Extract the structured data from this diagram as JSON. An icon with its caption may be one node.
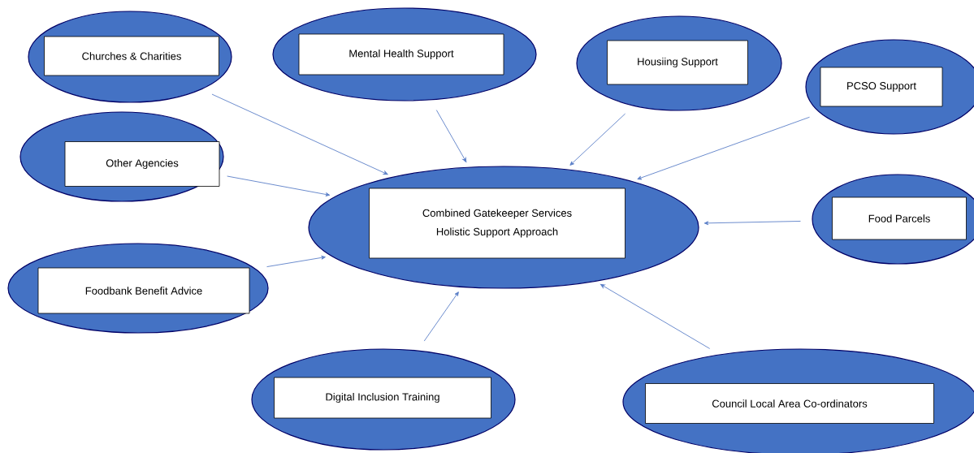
{
  "diagram": {
    "nodes": [
      {
        "text": [],
        "shape": "ellipse"
      },
      {
        "text": [
          "Churches & Charities"
        ],
        "in": 0
      },
      {
        "text": [],
        "shape": "ellipse"
      },
      {
        "text": [
          "Mental Health Support"
        ],
        "in": 2
      },
      {
        "text": [],
        "shape": "ellipse"
      },
      {
        "text": [
          "Housiing Support"
        ],
        "in": 4
      },
      {
        "text": [],
        "shape": "ellipse"
      },
      {
        "text": [
          "PCSO Support"
        ],
        "in": 6
      },
      {
        "text": [],
        "shape": "ellipse"
      },
      {
        "text": [
          "Other Agencies"
        ],
        "in": 8
      },
      {
        "text": [],
        "shape": "ellipse"
      },
      {
        "text": [
          "Combined Gatekeeper Services",
          "Holistic Support Approach"
        ],
        "in": 10
      },
      {
        "text": [],
        "shape": "ellipse"
      },
      {
        "text": [
          "Food Parcels"
        ],
        "in": 12
      },
      {
        "text": [],
        "shape": "ellipse"
      },
      {
        "text": [
          "Foodbank Benefit Advice"
        ],
        "in": 14
      },
      {
        "text": [],
        "shape": "ellipse"
      },
      {
        "text": [
          "Digital Inclusion Training"
        ],
        "in": 16
      },
      {
        "text": [],
        "shape": "ellipse"
      },
      {
        "text": [
          "Council Local Area Co-ordinators"
        ],
        "in": 18
      }
    ],
    "edges": [
      {
        "from": 0,
        "to": 10,
        "arrow": "to"
      },
      {
        "from": 2,
        "to": 10,
        "arrow": "to"
      },
      {
        "from": 4,
        "to": 10,
        "arrow": "to"
      },
      {
        "from": 6,
        "to": 10,
        "arrow": "to"
      },
      {
        "from": 8,
        "to": 10,
        "arrow": "to"
      },
      {
        "from": 12,
        "to": 10,
        "arrow": "to"
      },
      {
        "from": 14,
        "to": 10,
        "arrow": "to"
      },
      {
        "from": 16,
        "to": 10,
        "arrow": "to"
      },
      {
        "from": 18,
        "to": 10,
        "arrow": "to"
      }
    ]
  }
}
